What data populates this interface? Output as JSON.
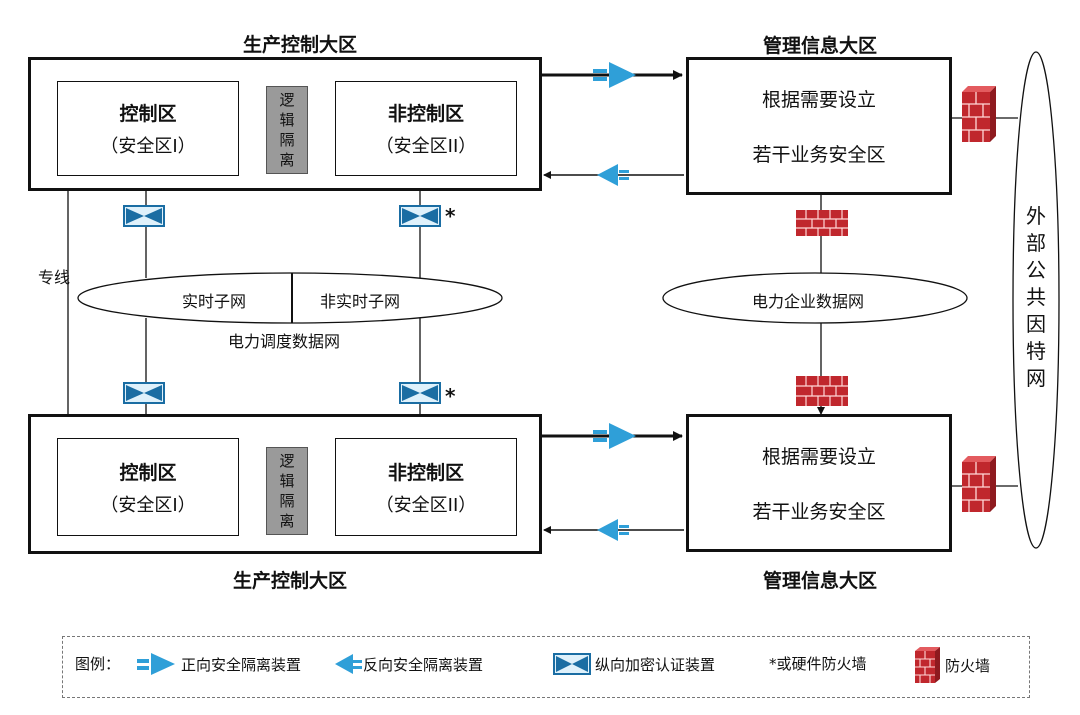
{
  "top_left_region": {
    "title": "生产控制大区",
    "control_zone": {
      "name": "控制区",
      "sub": "（安全区I）"
    },
    "isolation": [
      "逻",
      "辑",
      "隔",
      "离"
    ],
    "noncontrol_zone": {
      "name": "非控制区",
      "sub": "（安全区II）"
    }
  },
  "bottom_left_region": {
    "title": "生产控制大区",
    "control_zone": {
      "name": "控制区",
      "sub": "（安全区I）"
    },
    "isolation": [
      "逻",
      "辑",
      "隔",
      "离"
    ],
    "noncontrol_zone": {
      "name": "非控制区",
      "sub": "（安全区II）"
    }
  },
  "top_right_region": {
    "title": "管理信息大区",
    "line1": "根据需要设立",
    "line2": "若干业务安全区"
  },
  "bottom_right_region": {
    "title": "管理信息大区",
    "line1": "根据需要设立",
    "line2": "若干业务安全区"
  },
  "dedicated_line_label": "专线",
  "dispatch_network": {
    "realtime": "实时子网",
    "nonrealtime": "非实时子网",
    "name": "电力调度数据网"
  },
  "enterprise_network": {
    "name": "电力企业数据网"
  },
  "internet": [
    "外",
    "部",
    "公",
    "共",
    "因",
    "特",
    "网"
  ],
  "asterisk": "*",
  "legend": {
    "title": "图例：",
    "forward": "正向安全隔离装置",
    "reverse": "反向安全隔离装置",
    "encrypt": "纵向加密认证装置",
    "hardware_fw": "*或硬件防火墙",
    "firewall": "防火墙"
  },
  "colors": {
    "device_blue": "#2f9fd8",
    "device_dark": "#1a6da3",
    "firewall_red": "#c0272d",
    "isolation_gray": "#9a9a9a"
  }
}
